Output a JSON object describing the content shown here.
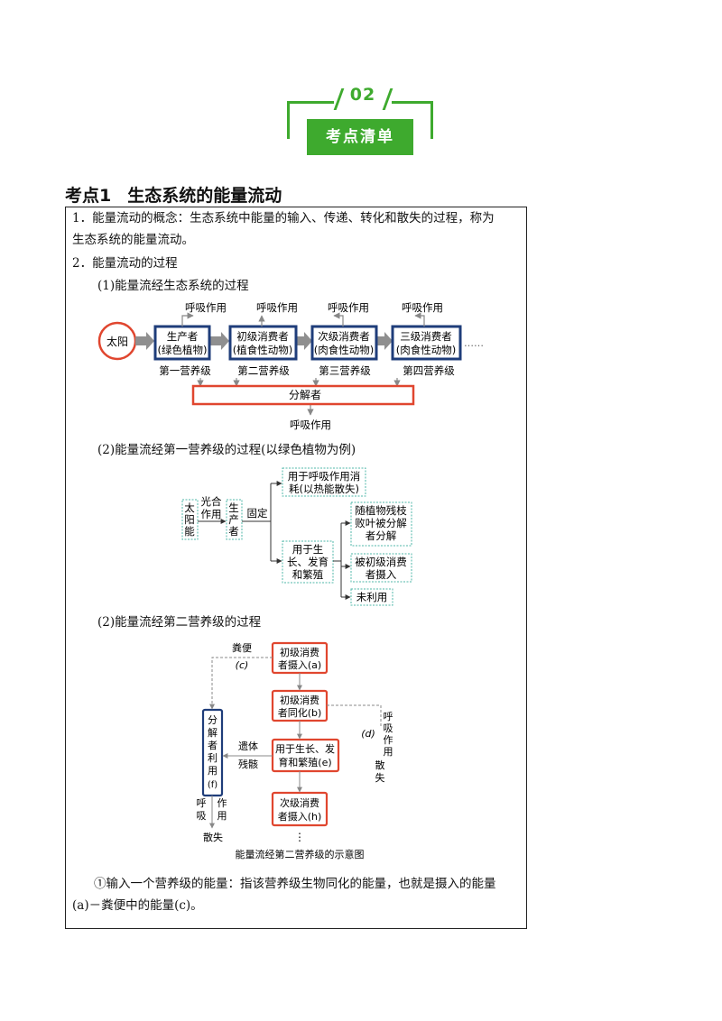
{
  "header": {
    "number": "02",
    "label": "考点清单"
  },
  "section": {
    "prefix": "考点1",
    "title": "生态系统的能量流动"
  },
  "text": {
    "p1_line1": "1．能量流动的概念：生态系统中能量的输入、传递、转化和散失的过程，称为",
    "p1_line2": "生态系统的能量流动。",
    "p2": "2．能量流动的过程",
    "sub1": "(1)能量流经生态系统的过程",
    "sub2": "(2)能量流经第一营养级的过程(以绿色植物为例)",
    "sub3": "(2)能量流经第二营养级的过程",
    "p3_line1": "①输入一个营养级的能量：指该营养级生物同化的能量，也就是摄入的能量",
    "p3_line2": "(a)－粪便中的能量(c)。"
  },
  "diagram1": {
    "sun": "太阳",
    "respiration": "呼吸作用",
    "producer": [
      "生产者",
      "(绿色植物)"
    ],
    "primary": [
      "初级消费者",
      "(植食性动物)"
    ],
    "secondary": [
      "次级消费者",
      "(肉食性动物)"
    ],
    "tertiary": [
      "三级消费者",
      "(肉食性动物)"
    ],
    "ellipsis": "……",
    "level1": "第一营养级",
    "level2": "第二营养级",
    "level3": "第三营养级",
    "level4": "第四营养级",
    "decomposer": "分解者",
    "decomposer_resp": "呼吸作用"
  },
  "diagram2": {
    "sun_energy": [
      "太",
      "阳",
      "能"
    ],
    "photosynthesis": [
      "光合",
      "作用"
    ],
    "producer": [
      "生",
      "产",
      "者"
    ],
    "fix": "固定",
    "resp_use": [
      "用于呼吸作用消",
      "耗(以热能散失)"
    ],
    "growth": [
      "用于生",
      "长、发育",
      "和繁殖"
    ],
    "residue": [
      "随植物残枝",
      "败叶被分解",
      "者分解"
    ],
    "eaten": [
      "被初级消费",
      "者摄入"
    ],
    "unused": "未利用"
  },
  "diagram3": {
    "feces": "粪便",
    "c": "(c)",
    "intake_a": [
      "初级消费",
      "者摄入(a)"
    ],
    "assim_b": [
      "初级消费",
      "者同化(b)"
    ],
    "growth_e": [
      "用于生长、发",
      "育和繁殖(e)"
    ],
    "intake_h": [
      "次级消费",
      "者摄入(h)"
    ],
    "decomp_f": [
      "分",
      "解",
      "者",
      "利",
      "用",
      "(f)"
    ],
    "remains": [
      "遗体",
      "残骸"
    ],
    "d": "(d)",
    "resp_right": [
      "呼",
      "吸",
      "作",
      "用"
    ],
    "scatter_right": [
      "散",
      "失"
    ],
    "resp_left1": [
      "呼",
      "吸"
    ],
    "resp_left2": [
      "作",
      "用"
    ],
    "scatter_left": "散失",
    "dots": "⋮",
    "caption": "能量流经第二营养级的示意图"
  },
  "colors": {
    "green": "#3eaa2e",
    "navy": "#1f3d7a",
    "red": "#e0462f",
    "teal": "#4fb7a8",
    "gray": "#888888"
  }
}
